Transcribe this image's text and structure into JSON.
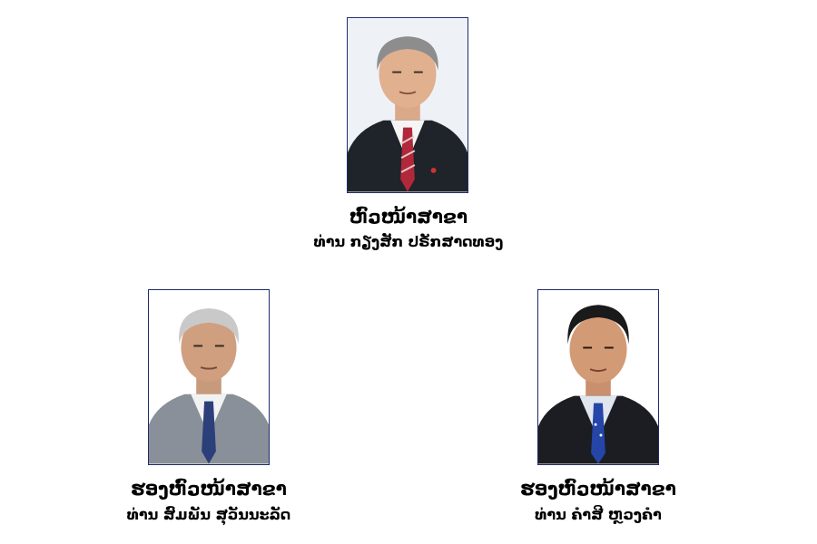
{
  "people": [
    {
      "position": "ຫົວໜ້າສາຂາ",
      "name": "ທ່ານ ກຽງສັກ ປຣັກສາດທອງ",
      "photo_icon": "person-portrait-icon",
      "background": "#eef2f7",
      "suit_color": "#1e2429",
      "tie_color": "#b0283a",
      "hair_color": "#8d8d8d"
    },
    {
      "position": "ຮອງຫົວໜ້າສາຂາ",
      "name": "ທ່ານ ສົມພັນ ສຸວັນນະລັດ",
      "photo_icon": "person-portrait-icon",
      "background": "#ffffff",
      "suit_color": "#8a9099",
      "tie_color": "#2b3f7a",
      "hair_color": "#c9c9c9"
    },
    {
      "position": "ຮອງຫົວໜ້າສາຂາ",
      "name": "ທ່ານ ຄຳສີ ຫຼວງຄຳ",
      "photo_icon": "person-portrait-icon",
      "background": "#ffffff",
      "suit_color": "#1b1d22",
      "tie_color": "#2545a8",
      "hair_color": "#1a1a1a"
    }
  ]
}
